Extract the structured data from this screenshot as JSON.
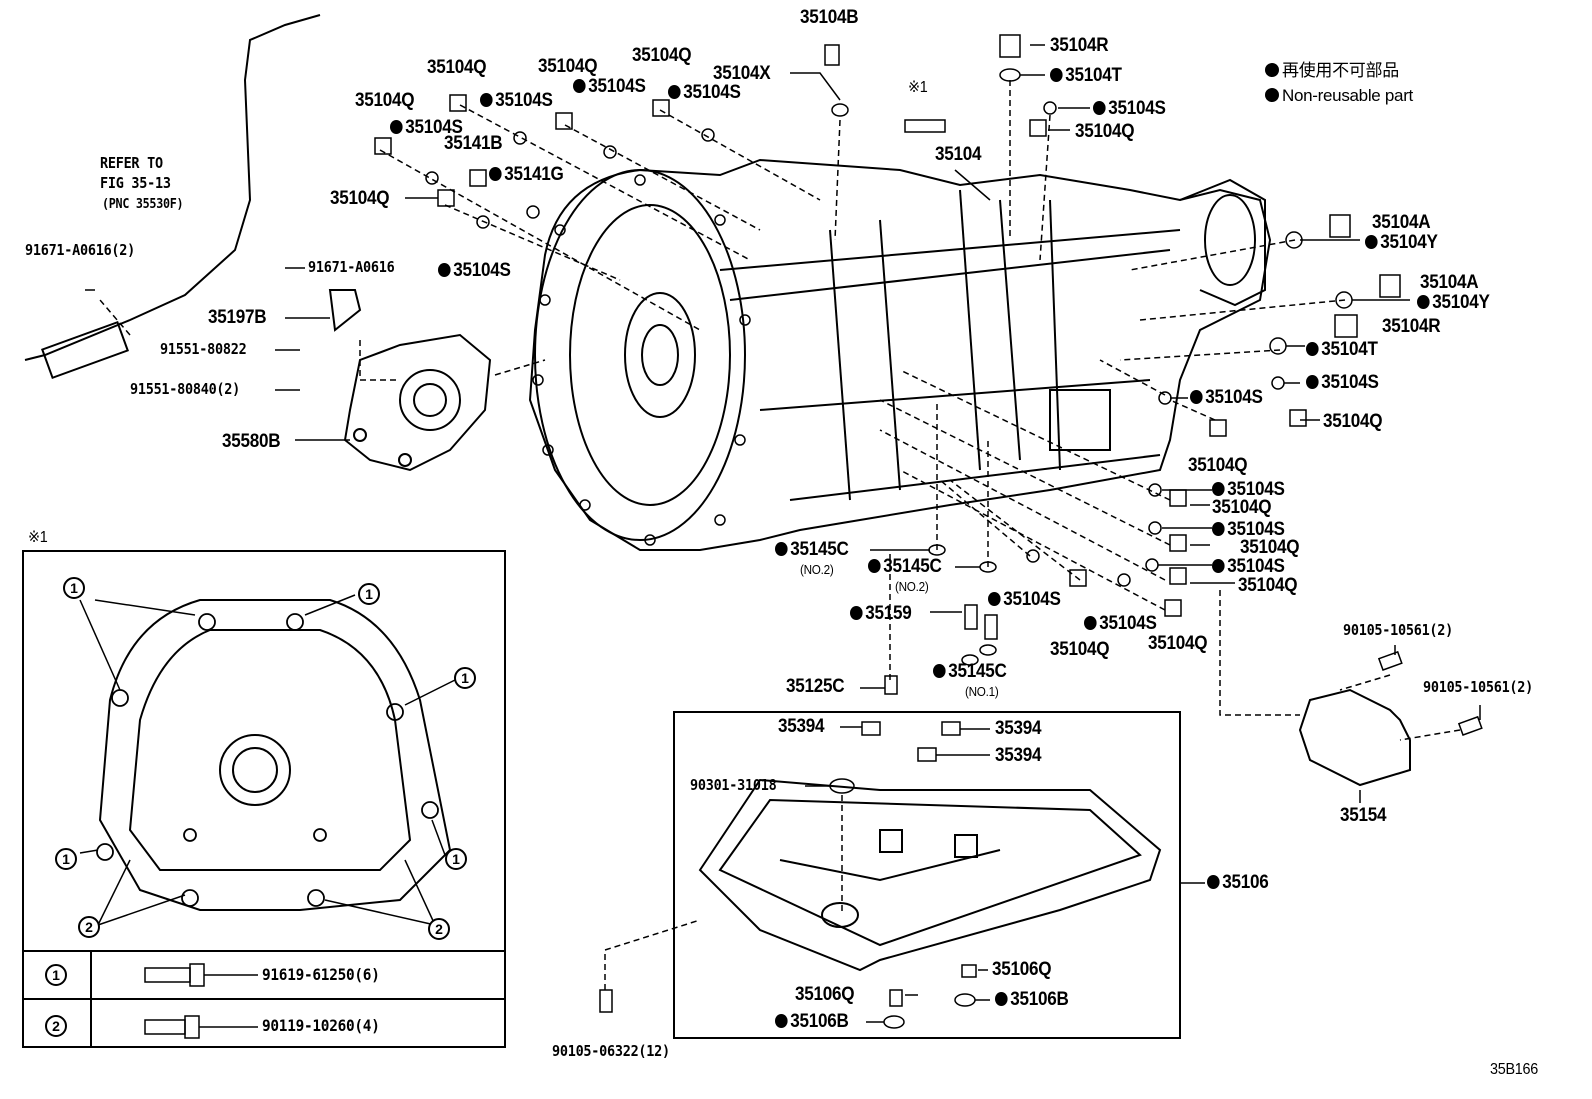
{
  "legend": {
    "line_jp": "再使用不可部品",
    "line_en": "Non-reusable part"
  },
  "reference_note": {
    "line1": "REFER TO",
    "line2": "FIG 35-13",
    "line3": "(PNC 35530F)"
  },
  "inset": {
    "mark": "※1",
    "circle_1": "1",
    "circle_2": "2",
    "bolt_1_part": "91619-61250(6)",
    "bolt_2_part": "90119-10260(4)"
  },
  "diagram_code": "35B166",
  "callouts": {
    "p35104B": "35104B",
    "p35104R_top": "35104R",
    "p35104T_top": "35104T",
    "p35104S_right1": "35104S",
    "p35104Q_right1": "35104Q",
    "p35104Q_a": "35104Q",
    "p35104Q_b": "35104Q",
    "p35104Q_c": "35104Q",
    "p35104X": "35104X",
    "mark_top": "※1",
    "p35104Q_d": "35104Q",
    "p35104S_a": "35104S",
    "p35104S_b": "35104S",
    "p35104S_c": "35104S",
    "p35104S_d": "35104S",
    "p35141B": "35141B",
    "p35141G": "35141G",
    "p35104Q_e": "35104Q",
    "p35104S_e": "35104S",
    "p35104": "35104",
    "p35104A_1": "35104A",
    "p35104Y_1": "35104Y",
    "p35104A_2": "35104A",
    "p35104Y_2": "35104Y",
    "p35104R_2": "35104R",
    "p35104T_2": "35104T",
    "p35104S_r2": "35104S",
    "p35104S_r3": "35104S",
    "p35104Q_r2": "35104Q",
    "p35104Q_r3": "35104Q",
    "p35104S_r4": "35104S",
    "p35104Q_r4": "35104Q",
    "p35104S_r5": "35104S",
    "p35104Q_r5": "35104Q",
    "p35104S_r6": "35104S",
    "p35104Q_r6": "35104Q",
    "p91671_A0616_2": "91671-A0616(2)",
    "p91671_A0616": "91671-A0616",
    "p35197B": "35197B",
    "p91551_80822": "91551-80822",
    "p91551_80840_2": "91551-80840(2)",
    "p35580B": "35580B",
    "p35145C_1": "35145C",
    "p35145C_1_note": "(NO.2)",
    "p35145C_2": "35145C",
    "p35145C_2_note": "(NO.2)",
    "p35159": "35159",
    "p35104S_m1": "35104S",
    "p35104Q_m1": "35104Q",
    "p35104S_m2": "35104S",
    "p35104Q_m2": "35104Q",
    "p35145C_3": "35145C",
    "p35145C_3_note": "(NO.1)",
    "p35125C": "35125C",
    "p35394_1": "35394",
    "p35394_2": "35394",
    "p35394_3": "35394",
    "p90301_31018": "90301-31018",
    "p35106": "35106",
    "p35106Q_1": "35106Q",
    "p35106Q_2": "35106Q",
    "p35106B_1": "35106B",
    "p35106B_2": "35106B",
    "p90105_06322_12": "90105-06322(12)",
    "p90105_10561_2a": "90105-10561(2)",
    "p90105_10561_2b": "90105-10561(2)",
    "p35154": "35154"
  }
}
